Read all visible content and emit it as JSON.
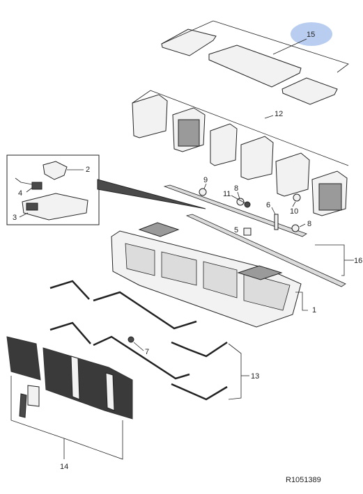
{
  "diagram": {
    "reference": "R1051389",
    "highlight_color": "#b8cdf0",
    "highlighted_callout": "15",
    "callouts": {
      "c1": "1",
      "c2": "2",
      "c3": "3",
      "c4": "4",
      "c5": "5",
      "c6": "6",
      "c7": "7",
      "c8a": "8",
      "c8b": "8",
      "c9": "9",
      "c10": "10",
      "c11": "11",
      "c12": "12",
      "c13": "13",
      "c14": "14",
      "c15": "15",
      "c16": "16"
    }
  }
}
